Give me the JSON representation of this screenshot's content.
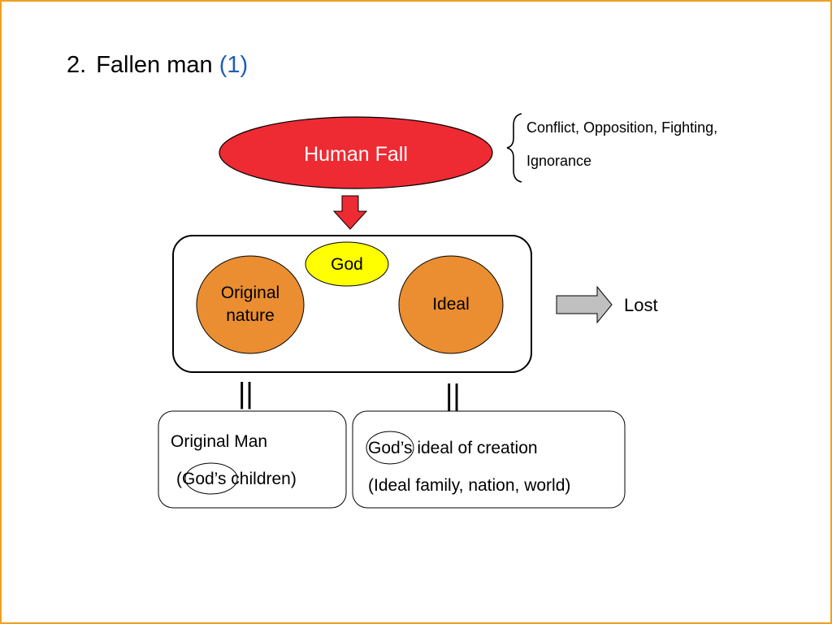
{
  "slide": {
    "title_number": "2.",
    "title_text": "Fallen man",
    "title_accent": "(1)",
    "notes": [
      "Conflict, Opposition, Fighting,",
      "Ignorance"
    ],
    "human_fall_label": "Human Fall",
    "god_label": "God",
    "original_nature_line1": "Original",
    "original_nature_line2": "nature",
    "ideal_label": "Ideal",
    "lost_label": "Lost",
    "equal_sign_left": "||",
    "equal_sign_right": "||",
    "box_left_line1": "Original Man",
    "box_left_line2": "(God’s children)",
    "box_right_line1": "God’s ideal of creation",
    "box_right_line2": "(Ideal family, nation, world)"
  },
  "colors": {
    "fall_red": "#ee2a33",
    "god_yellow": "#ffff00",
    "orange": "#ea8e31",
    "arrow_gray": "#c0c0c0",
    "border_orange": "#f0a020",
    "accent_blue": "#1f5fb4"
  }
}
